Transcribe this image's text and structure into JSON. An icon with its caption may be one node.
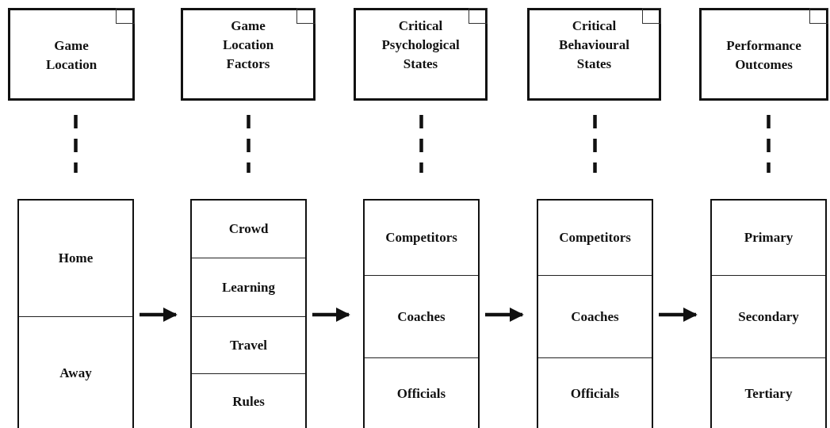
{
  "diagram": {
    "nodes": [
      {
        "text": [
          "Game Location"
        ]
      },
      {
        "text": [
          "Game Location Factors"
        ]
      },
      {
        "text": [
          "Critical Psychological States"
        ]
      },
      {
        "text": [
          "Critical Behavioural States"
        ]
      },
      {
        "text": [
          "Performance Outcomes"
        ]
      },
      {
        "text": [],
        "shape": "box"
      },
      {
        "text": [
          "Home"
        ],
        "in": 5
      },
      {
        "text": [
          "Away"
        ],
        "in": 5
      },
      {
        "text": [],
        "shape": "box"
      },
      {
        "text": [
          "Crowd"
        ],
        "in": 8
      },
      {
        "text": [
          "Learning"
        ],
        "in": 8
      },
      {
        "text": [
          "Travel"
        ],
        "in": 8
      },
      {
        "text": [
          "Rules"
        ],
        "in": 8
      },
      {
        "text": [],
        "shape": "box"
      },
      {
        "text": [
          "Competitors"
        ],
        "in": 13
      },
      {
        "text": [
          "Coaches"
        ],
        "in": 13
      },
      {
        "text": [
          "Officials"
        ],
        "in": 13
      },
      {
        "text": [],
        "shape": "box"
      },
      {
        "text": [
          "Competitors"
        ],
        "in": 17
      },
      {
        "text": [
          "Coaches"
        ],
        "in": 17
      },
      {
        "text": [
          "Officials"
        ],
        "in": 17
      },
      {
        "text": [],
        "shape": "box"
      },
      {
        "text": [
          "Primary"
        ],
        "in": 21
      },
      {
        "text": [
          "Secondary"
        ],
        "in": 21
      },
      {
        "text": [
          "Tertiary"
        ],
        "in": 21
      }
    ],
    "edges": [
      {
        "from": 0,
        "to": 5,
        "arrow": "none",
        "style": "dashed"
      },
      {
        "from": 1,
        "to": 8,
        "arrow": "none",
        "style": "dashed"
      },
      {
        "from": 2,
        "to": 13,
        "arrow": "none",
        "style": "dashed"
      },
      {
        "from": 3,
        "to": 17,
        "arrow": "none",
        "style": "dashed"
      },
      {
        "from": 4,
        "to": 21,
        "arrow": "none",
        "style": "dashed"
      },
      {
        "from": 5,
        "to": 8,
        "arrow": "to"
      },
      {
        "from": 8,
        "to": 13,
        "arrow": "to"
      },
      {
        "from": 13,
        "to": 17,
        "arrow": "to"
      },
      {
        "from": 17,
        "to": 21,
        "arrow": "to"
      }
    ]
  }
}
